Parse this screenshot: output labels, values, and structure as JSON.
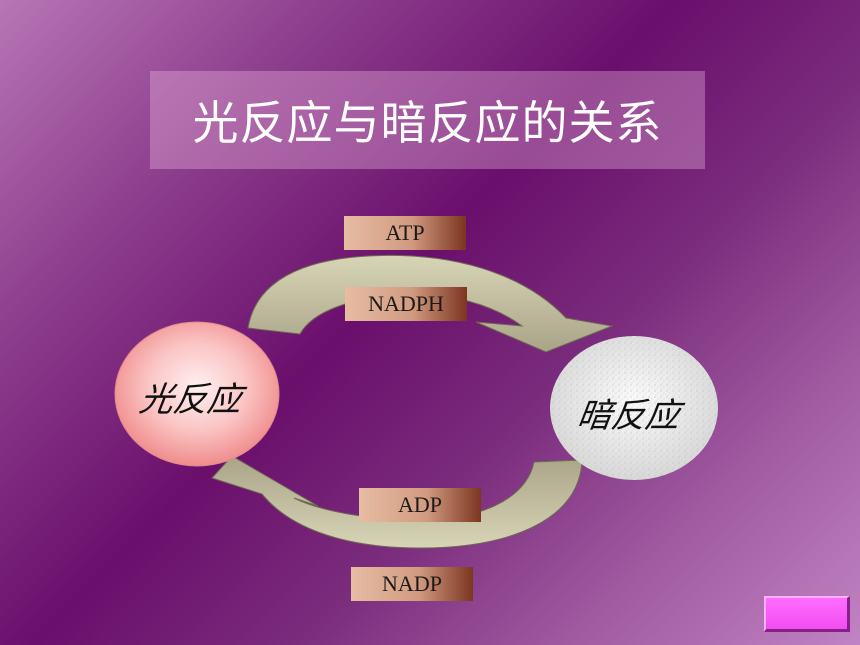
{
  "slide": {
    "title": "光反应与暗反应的关系"
  },
  "diagram": {
    "light_reaction": "光反应",
    "dark_reaction": "暗反应",
    "top_labels": [
      "ATP",
      "NADPH"
    ],
    "bottom_labels": [
      "ADP",
      "NADP"
    ]
  },
  "colors": {
    "background_dark": "#6a0f6c",
    "background_light": "#c083c3",
    "arrow_fill": "#c9c4a2",
    "light_circle": "#f7a9a9",
    "dark_circle": "#e4e4e4",
    "nav_button": "#f24ef2"
  },
  "nav": {
    "button_icon": "next-slide-button"
  }
}
